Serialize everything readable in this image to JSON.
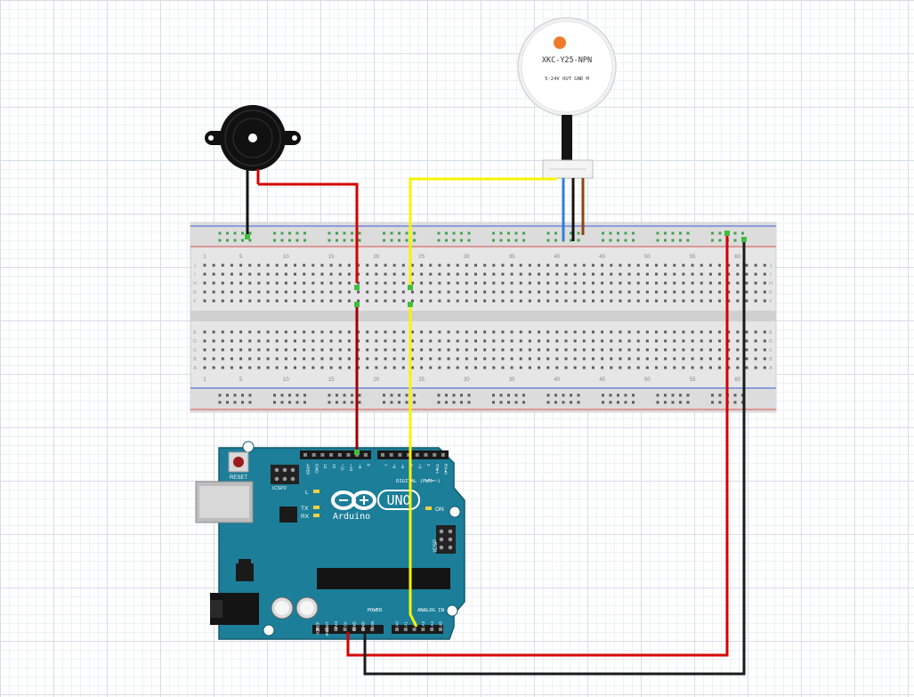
{
  "sensor": {
    "model": "XKC-Y25-NPN",
    "pins": "5-24V OUT GND M"
  },
  "breadboard": {
    "column_numbers": [
      "1",
      "5",
      "10",
      "15",
      "20",
      "25",
      "30",
      "35",
      "40",
      "45",
      "50",
      "55",
      "60"
    ],
    "row_letters_top": [
      "J",
      "I",
      "H",
      "G",
      "F"
    ],
    "row_letters_bottom": [
      "E",
      "D",
      "C",
      "B",
      "A"
    ]
  },
  "arduino": {
    "reset_label": "RESET",
    "icsp2_label": "ICSP2",
    "icsp_label": "ICSP",
    "digital_label": "DIGITAL (PWM=~)",
    "digital_pins": [
      "AREF",
      "GND",
      "13",
      "12",
      "~11",
      "~10",
      "~9",
      "8",
      "7",
      "~6",
      "~5",
      "4",
      "~3",
      "2",
      "TX▸1",
      "RX◂0"
    ],
    "led_l": "L",
    "led_tx": "TX",
    "led_rx": "RX",
    "led_on": "ON",
    "brand": "Arduino",
    "model": "UNO",
    "power_label": "POWER",
    "power_pins": [
      "IOREF",
      "RESET",
      "3V3",
      "5V",
      "GND",
      "GND",
      "VIN"
    ],
    "analog_label": "ANALOG IN",
    "analog_pins": [
      "A0",
      "A1",
      "A2",
      "A3",
      "A4",
      "A5"
    ]
  },
  "colors": {
    "wire_red": "#d40000",
    "wire_black": "#1a1a1a",
    "wire_yellow": "#f5f500",
    "wire_blue": "#2f7fd6",
    "wire_brown": "#8b4513",
    "board_blue": "#1c7e99",
    "breadboard": "#e9e9e9"
  }
}
